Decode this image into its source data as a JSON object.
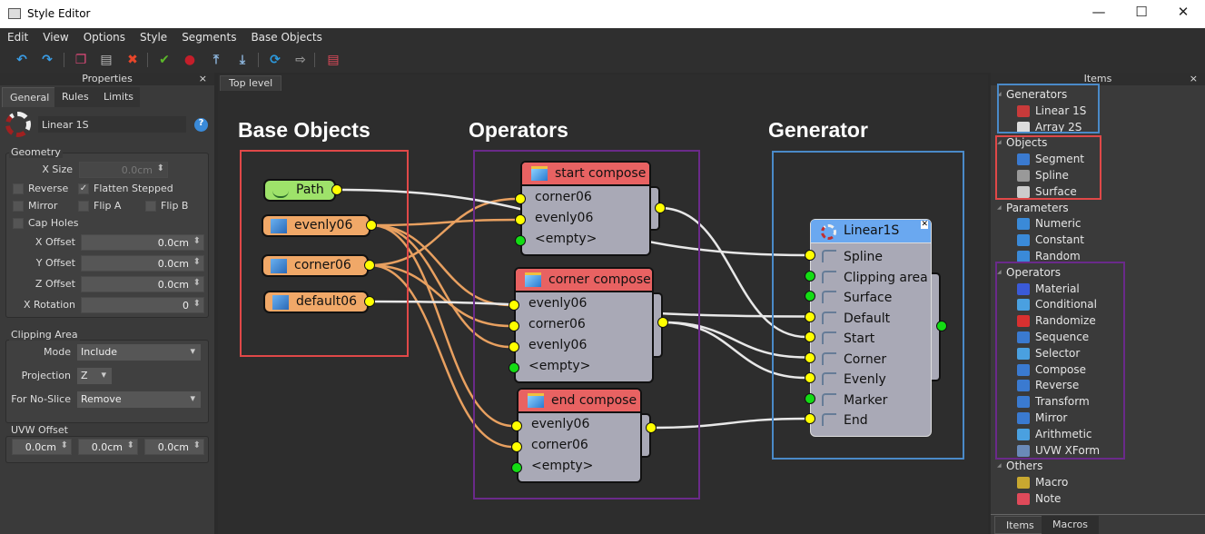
{
  "window": {
    "title": "Style Editor",
    "minimize": "—",
    "maximize": "☐",
    "close": "✕"
  },
  "menu": [
    "Edit",
    "View",
    "Options",
    "Style",
    "Segments",
    "Base Objects"
  ],
  "toolbar": [
    {
      "icon": "undo-icon",
      "glyph": "↶",
      "color": "#3a9ee8"
    },
    {
      "icon": "redo-icon",
      "glyph": "↷",
      "color": "#3a9ee8"
    },
    {
      "icon": "copy-icon",
      "glyph": "❐",
      "color": "#e04a7a"
    },
    {
      "icon": "paste-icon",
      "glyph": "▤",
      "color": "#bbbbbb"
    },
    {
      "icon": "delete-icon",
      "glyph": "✖",
      "color": "#e8462a"
    },
    {
      "icon": "check-icon",
      "glyph": "✔",
      "color": "#5cb82a"
    },
    {
      "icon": "stop-icon",
      "glyph": "●",
      "color": "#c41e2a"
    },
    {
      "icon": "move-top-icon",
      "glyph": "⤒",
      "color": "#8fb8e0"
    },
    {
      "icon": "move-bottom-icon",
      "glyph": "⤓",
      "color": "#8fb8e0"
    },
    {
      "icon": "refresh-icon",
      "glyph": "⟳",
      "color": "#2c9be0"
    },
    {
      "icon": "export-icon",
      "glyph": "⇨",
      "color": "#999999"
    },
    {
      "icon": "note-icon",
      "glyph": "▤",
      "color": "#e04a5a"
    }
  ],
  "properties": {
    "title": "Properties",
    "close": "×",
    "tabs": [
      "General",
      "Rules",
      "Limits"
    ],
    "name": "Linear 1S",
    "help": "?",
    "geometry": {
      "label": "Geometry",
      "x_size_label": "X Size",
      "x_size": "0.0cm",
      "checks": [
        {
          "label": "Reverse",
          "checked": false
        },
        {
          "label": "Flatten Stepped",
          "checked": true
        },
        {
          "label": "Mirror",
          "checked": false
        },
        {
          "label": "Flip A",
          "checked": false
        },
        {
          "label": "Flip B",
          "checked": false
        },
        {
          "label": "Cap Holes",
          "checked": false
        }
      ],
      "fields": [
        {
          "label": "X Offset",
          "value": "0.0cm"
        },
        {
          "label": "Y Offset",
          "value": "0.0cm"
        },
        {
          "label": "Z Offset",
          "value": "0.0cm"
        },
        {
          "label": "X Rotation",
          "value": "0"
        }
      ]
    },
    "clipping": {
      "label": "Clipping Area",
      "mode_label": "Mode",
      "mode": "Include",
      "projection_label": "Projection",
      "projection": "Z",
      "noslice_label": "For No-Slice",
      "noslice": "Remove"
    },
    "uvw": {
      "label": "UVW Offset",
      "values": [
        "0.0cm",
        "0.0cm",
        "0.0cm"
      ]
    }
  },
  "canvas": {
    "tab": "Top level",
    "headings": {
      "base": "Base Objects",
      "ops": "Operators",
      "gen": "Generator"
    },
    "box_colors": {
      "base": "#e04848",
      "ops": "#6a2a8a",
      "gen": "#4a8ac8"
    },
    "objects": [
      {
        "label": "Path",
        "color": "#9ee26a"
      },
      {
        "label": "evenly06",
        "color": "#f0a868"
      },
      {
        "label": "corner06",
        "color": "#f0a868"
      },
      {
        "label": "default06",
        "color": "#f0a868"
      }
    ],
    "operators": [
      {
        "title": "start compose",
        "inputs": [
          "corner06",
          "evenly06",
          "<empty>"
        ]
      },
      {
        "title": "corner compose",
        "inputs": [
          "evenly06",
          "corner06",
          "evenly06",
          "<empty>"
        ]
      },
      {
        "title": "end compose",
        "inputs": [
          "evenly06",
          "corner06",
          "<empty>"
        ]
      }
    ],
    "generator": {
      "title": "Linear1S",
      "close": "✕",
      "inputs": [
        {
          "label": "Spline",
          "pin": "yellow"
        },
        {
          "label": "Clipping area",
          "pin": "green"
        },
        {
          "label": "Surface",
          "pin": "green"
        },
        {
          "label": "Default",
          "pin": "yellow"
        },
        {
          "label": "Start",
          "pin": "yellow"
        },
        {
          "label": "Corner",
          "pin": "yellow"
        },
        {
          "label": "Evenly",
          "pin": "yellow"
        },
        {
          "label": "Marker",
          "pin": "green"
        },
        {
          "label": "End",
          "pin": "yellow"
        }
      ]
    }
  },
  "items": {
    "title": "Items",
    "close": "×",
    "categories": [
      {
        "label": "Generators",
        "items": [
          {
            "label": "Linear 1S",
            "color": "#c83a3a"
          },
          {
            "label": "Array 2S",
            "color": "#dddddd"
          }
        ]
      },
      {
        "label": "Objects",
        "items": [
          {
            "label": "Segment",
            "color": "#3a7ad0"
          },
          {
            "label": "Spline",
            "color": "#999999"
          },
          {
            "label": "Surface",
            "color": "#cccccc"
          }
        ]
      },
      {
        "label": "Parameters",
        "items": [
          {
            "label": "Numeric",
            "color": "#3a8ad8"
          },
          {
            "label": "Constant",
            "color": "#3a8ad8"
          },
          {
            "label": "Random",
            "color": "#3a8ad8"
          }
        ]
      },
      {
        "label": "Operators",
        "items": [
          {
            "label": "Material",
            "color": "#3a5ad8"
          },
          {
            "label": "Conditional",
            "color": "#4aa0e0"
          },
          {
            "label": "Randomize",
            "color": "#d83030"
          },
          {
            "label": "Sequence",
            "color": "#3a7ad0"
          },
          {
            "label": "Selector",
            "color": "#4aa0e0"
          },
          {
            "label": "Compose",
            "color": "#3a7ad0"
          },
          {
            "label": "Reverse",
            "color": "#3a7ad0"
          },
          {
            "label": "Transform",
            "color": "#3a7ad0"
          },
          {
            "label": "Mirror",
            "color": "#3a7ad0"
          },
          {
            "label": "Arithmetic",
            "color": "#4aa0e0"
          },
          {
            "label": "UVW XForm",
            "color": "#6a8ab8"
          }
        ]
      },
      {
        "label": "Others",
        "items": [
          {
            "label": "Macro",
            "color": "#c8a830"
          },
          {
            "label": "Note",
            "color": "#e04a5a"
          }
        ]
      }
    ],
    "tabs": [
      "Items",
      "Macros"
    ]
  }
}
